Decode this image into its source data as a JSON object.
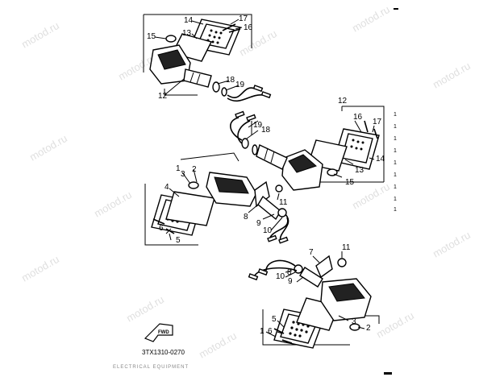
{
  "diagram": {
    "callouts": {
      "c1_top": "14",
      "c2_top": "17",
      "c3_top": "13",
      "c4_top": "16",
      "c5_top": "15",
      "c6_top": "12",
      "c7_top": "18",
      "c8_top": "19",
      "c1_mid": "12",
      "c2_mid": "16",
      "c3_mid": "17",
      "c4_mid": "19",
      "c5_mid": "18",
      "c6_mid": "13",
      "c7_mid": "14",
      "c8_mid": "15",
      "c1_left": "1",
      "c2_left": "3",
      "c3_left": "2",
      "c4_left": "4",
      "c5_left": "11",
      "c6_left": "6",
      "c7_left": "5",
      "c8_left": "8",
      "c9_left": "9",
      "c10_left": "10",
      "c1_bot": "7",
      "c2_bot": "11",
      "c3_bot": "10",
      "c4_bot": "9",
      "c5_bot": "8",
      "c6_bot": "5",
      "c7_bot": "6",
      "c8_bot": "1",
      "c9_bot": "3",
      "c10_bot": "2"
    },
    "right_margin_marks": [
      "1",
      "1",
      "1",
      "1",
      "1",
      "1",
      "1",
      "1",
      "1"
    ],
    "fwd_label": "FWD",
    "figure_code": "3TX1310-0270",
    "footer_text": "ELECTRICAL EQUIPMENT",
    "watermark": "motod.ru"
  }
}
